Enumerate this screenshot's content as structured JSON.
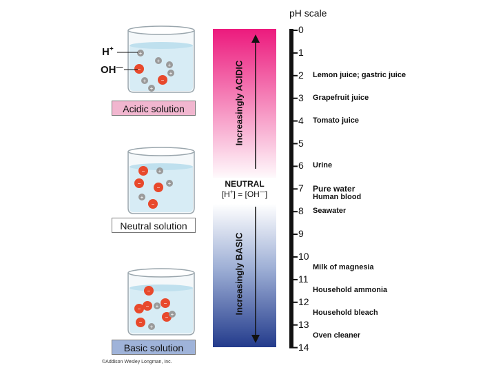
{
  "ions": {
    "h_plus": "H",
    "h_plus_sup": "+",
    "oh_minus": "OH",
    "oh_minus_sup": "—"
  },
  "solutions": [
    "Acidic solution",
    "Neutral solution",
    "Basic solution"
  ],
  "scale": {
    "title": "pH scale",
    "acidic_label": "Increasingly ACIDIC",
    "basic_label": "Increasingly BASIC",
    "neutral_title": "NEUTRAL",
    "neutral_eq_h": "[H",
    "neutral_eq_sup1": "+",
    "neutral_eq_mid": "] = [OH",
    "neutral_eq_sup2": "—",
    "neutral_eq_end": "]",
    "ticks": [
      "0",
      "1",
      "2",
      "3",
      "4",
      "5",
      "6",
      "7",
      "8",
      "9",
      "10",
      "11",
      "12",
      "13",
      "14"
    ],
    "examples": [
      {
        "ph": 2,
        "text": "Lemon juice; gastric juice"
      },
      {
        "ph": 3,
        "text": "Grapefruit juice"
      },
      {
        "ph": 4,
        "text": "Tomato juice"
      },
      {
        "ph": 6,
        "text": "Urine"
      },
      {
        "ph": 7,
        "text": "Pure water"
      },
      {
        "ph": 7.4,
        "text": "Human blood"
      },
      {
        "ph": 8,
        "text": "Seawater"
      },
      {
        "ph": 10.5,
        "text": "Milk of magnesia"
      },
      {
        "ph": 11.5,
        "text": "Household ammonia"
      },
      {
        "ph": 12.5,
        "text": "Household bleach"
      },
      {
        "ph": 13.5,
        "text": "Oven cleaner"
      }
    ]
  },
  "colors": {
    "acid": "#ec1a7d",
    "base": "#233b8c",
    "h_ion": "#9a9a9a",
    "oh_ion": "#e8492c",
    "water": "#d7ecf5"
  },
  "copyright": "©Addison Wesley Longman, Inc."
}
